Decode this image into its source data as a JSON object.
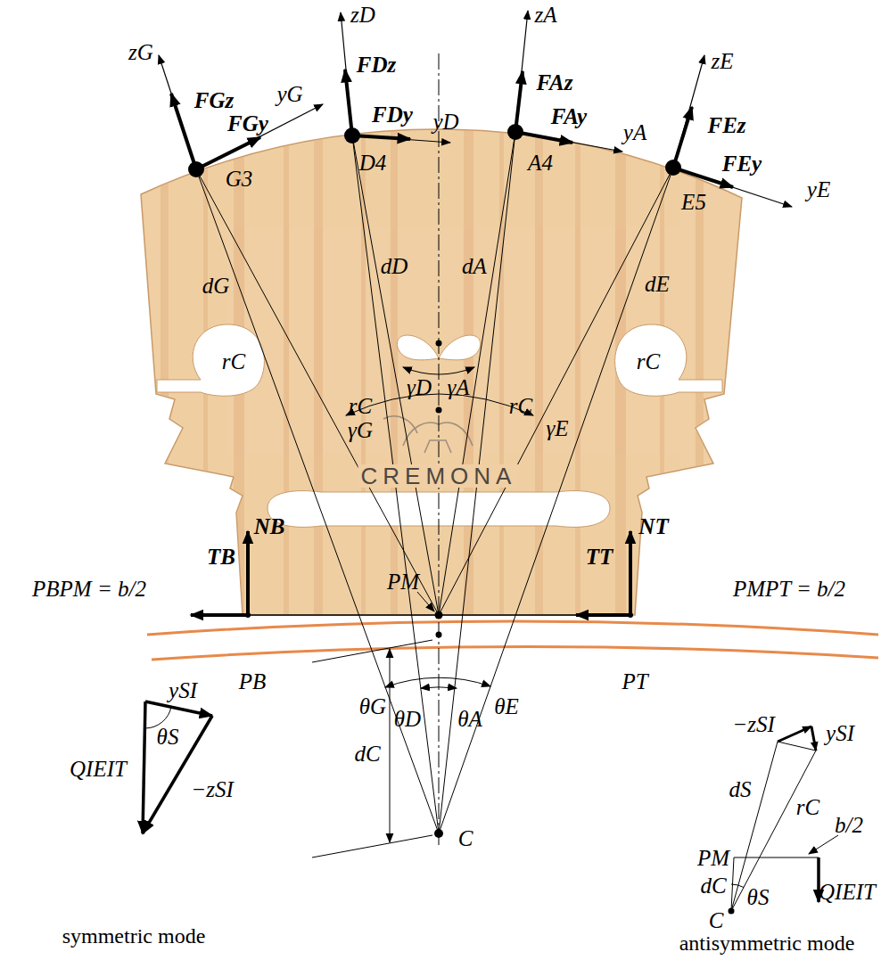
{
  "diagram": {
    "labels": [
      "zG",
      "FGz",
      "FGy",
      "yG",
      "G3",
      "zD",
      "FDz",
      "FDy",
      "yD",
      "D4",
      "zA",
      "FAz",
      "FAy",
      "yA",
      "A4",
      "zE",
      "FEz",
      "FEy",
      "yE",
      "E5",
      "dG",
      "dD",
      "dA",
      "dE",
      "γD",
      "γA",
      "rC",
      "rC",
      "rC",
      "rC",
      "γG",
      "γE",
      "CREMONA",
      "NB",
      "TB",
      "NT",
      "TT",
      "PM",
      "PBPM = b/2",
      "PMPT = b/2",
      "PB",
      "PT",
      "θG",
      "θD",
      "θA",
      "θE",
      "dC",
      "C",
      "ySI",
      "θS",
      "QIEIT",
      "−zSI",
      "symmetric mode",
      "−zSI",
      "ySI",
      "dS",
      "rC",
      "b/2",
      "PM",
      "QIEIT",
      "dC",
      "θS",
      "C",
      "antisymmetric mode"
    ]
  }
}
